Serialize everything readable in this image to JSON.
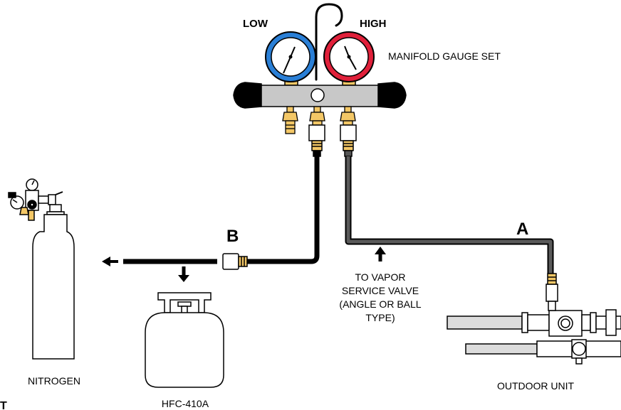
{
  "labels": {
    "low": "LOW",
    "high": "HIGH",
    "manifold": "MANIFOLD GAUGE SET",
    "a": "A",
    "b": "B",
    "to_vapor_line1": "TO VAPOR",
    "to_vapor_line2": "SERVICE VALVE",
    "to_vapor_line3": "(ANGLE OR BALL",
    "to_vapor_line4": "TYPE)",
    "nitrogen": "NITROGEN",
    "refrigerant": "HFC-410A",
    "outdoor_unit": "OUTDOOR UNIT",
    "cut_off": "T"
  },
  "colors": {
    "low_gauge": "#2a7fd6",
    "high_gauge": "#e0203a",
    "brass": "#f3c766",
    "hose_low": "#000000",
    "hose_high": "#555555",
    "manifold_body": "#c8c8c8"
  },
  "icons": {
    "arrow_left": "arrow-left-icon",
    "arrow_down": "arrow-down-icon",
    "arrow_up": "arrow-up-icon"
  }
}
